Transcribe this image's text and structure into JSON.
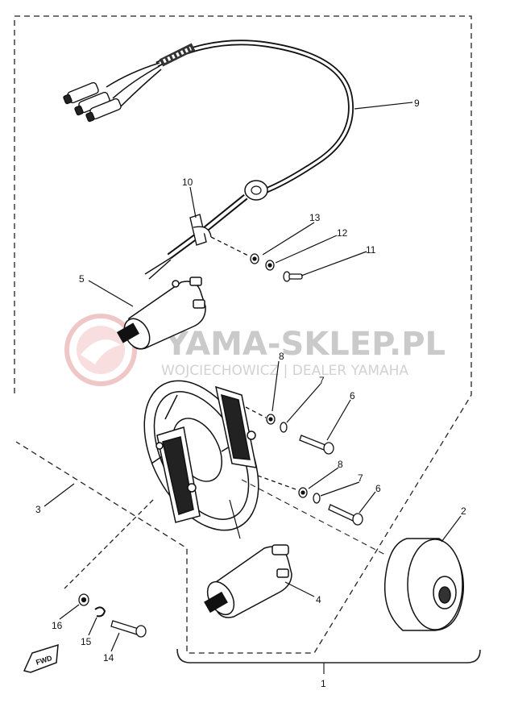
{
  "watermark": {
    "brand": "YAMA-SKLEP.PL",
    "tagline": "WOJCIECHOWICZ | DEALER YAMAHA"
  },
  "fwd_marker": "FWD",
  "callouts": [
    {
      "id": "c1",
      "text": "1"
    },
    {
      "id": "c2",
      "text": "2"
    },
    {
      "id": "c3",
      "text": "3"
    },
    {
      "id": "c4",
      "text": "4"
    },
    {
      "id": "c5",
      "text": "5"
    },
    {
      "id": "c6a",
      "text": "6"
    },
    {
      "id": "c6b",
      "text": "6"
    },
    {
      "id": "c7a",
      "text": "7"
    },
    {
      "id": "c7b",
      "text": "7"
    },
    {
      "id": "c8a",
      "text": "8"
    },
    {
      "id": "c8b",
      "text": "8"
    },
    {
      "id": "c9",
      "text": "9"
    },
    {
      "id": "c10",
      "text": "10"
    },
    {
      "id": "c11",
      "text": "11"
    },
    {
      "id": "c12",
      "text": "12"
    },
    {
      "id": "c13",
      "text": "13"
    },
    {
      "id": "c14",
      "text": "14"
    },
    {
      "id": "c15",
      "text": "15"
    },
    {
      "id": "c16",
      "text": "16"
    }
  ]
}
